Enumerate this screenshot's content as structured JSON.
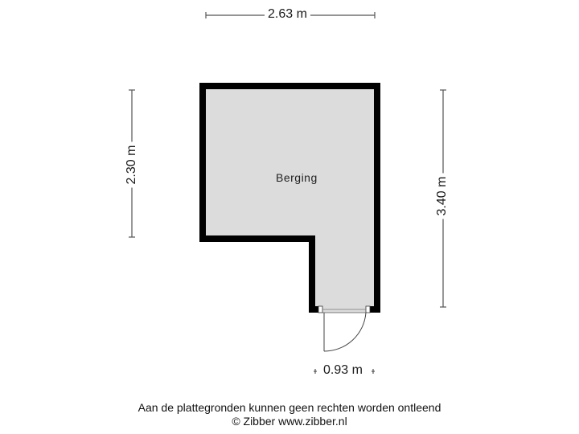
{
  "floorplan": {
    "room": {
      "name": "Berging",
      "fill_color": "#dcdcdc",
      "wall_color": "#000000"
    },
    "dimensions": {
      "top_width": "2.63 m",
      "left_height": "2.30 m",
      "right_height": "3.40 m",
      "door_width": "0.93 m"
    },
    "door": {
      "type": "swing-door",
      "position": "bottom"
    }
  },
  "footer": {
    "disclaimer": "Aan de plattegronden kunnen geen rechten worden ontleend",
    "copyright": "© Zibber www.zibber.nl"
  }
}
